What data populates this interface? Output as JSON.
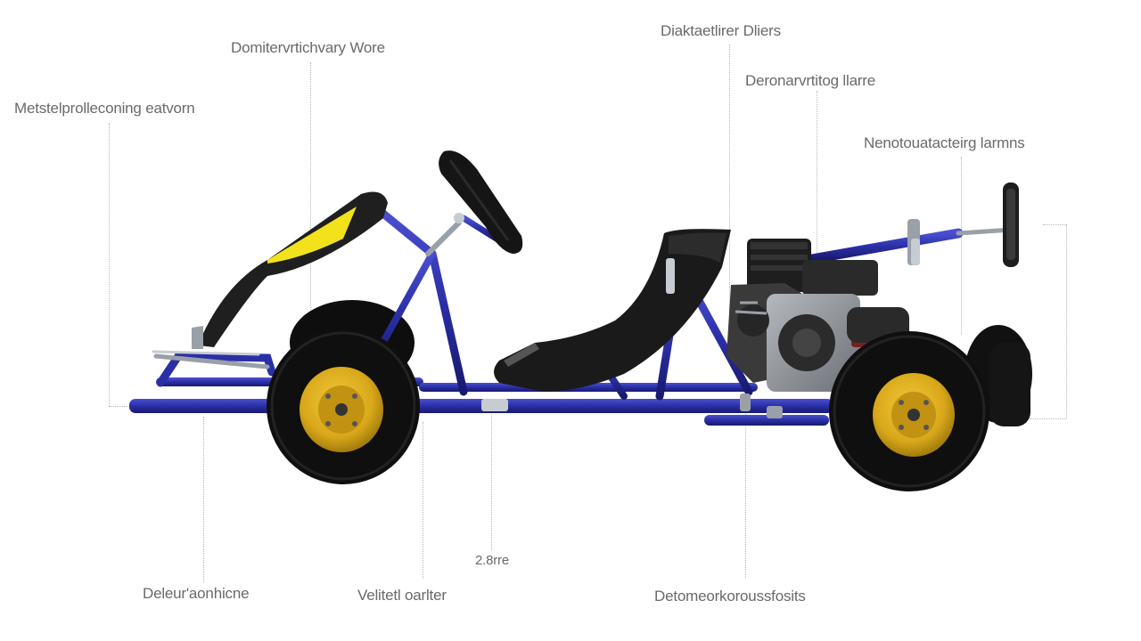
{
  "callouts": {
    "top_left": "Metstelprolleconing eatvorn",
    "top_center_left": "Domitervrtichvary Wore",
    "top_center_right": "Diaktaetlirer Dliers",
    "mid_right": "Deronarvrtitog llarre",
    "far_right": "Nenotouatacteirg larmns",
    "bottom_left": "Deleur'aonhicne",
    "bottom_center_left": "Velitetl oarlter",
    "bottom_center_small": "2.8rre",
    "bottom_right": "Detomeorkoroussfosits"
  },
  "colors": {
    "frame": "#2b2fa6",
    "frame_dark": "#1c1f7a",
    "tire": "#111111",
    "hub": "#d9a81a",
    "seat": "#1a1a1a",
    "accent": "#f2e21c",
    "engine": "#2a2a2a",
    "engine_metal": "#8f9398",
    "label": "#6a6a6a",
    "leader": "#b8b8b8"
  }
}
